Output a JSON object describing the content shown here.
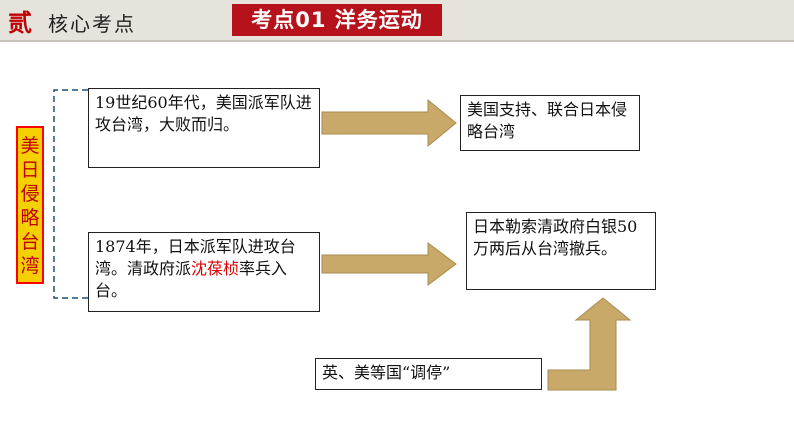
{
  "header": {
    "section_number": "贰",
    "section_title": "核心考点",
    "topic_tag": "考点01 洋务运动"
  },
  "side_label": "美日侵略台湾",
  "boxes": {
    "us_event": "19世纪60年代，美国派军队进攻台湾，大败而归。",
    "us_result": "美国支持、联合日本侵略台湾",
    "japan_event_pre": "1874年，日本派军队进攻台湾。清政府派",
    "japan_event_name": "沈葆桢",
    "japan_event_post": "率兵入台。",
    "japan_result": "日本勒索清政府白银50万两后从台湾撤兵。",
    "mediation": "英、美等国“调停”"
  },
  "colors": {
    "header_tag_bg": "#b5121b",
    "arrow_fill": "#c8a96a",
    "side_label_bg": "#f5d000",
    "side_label_text": "#c00000",
    "highlight": "#e00000",
    "bracket": "#1f4e79"
  }
}
